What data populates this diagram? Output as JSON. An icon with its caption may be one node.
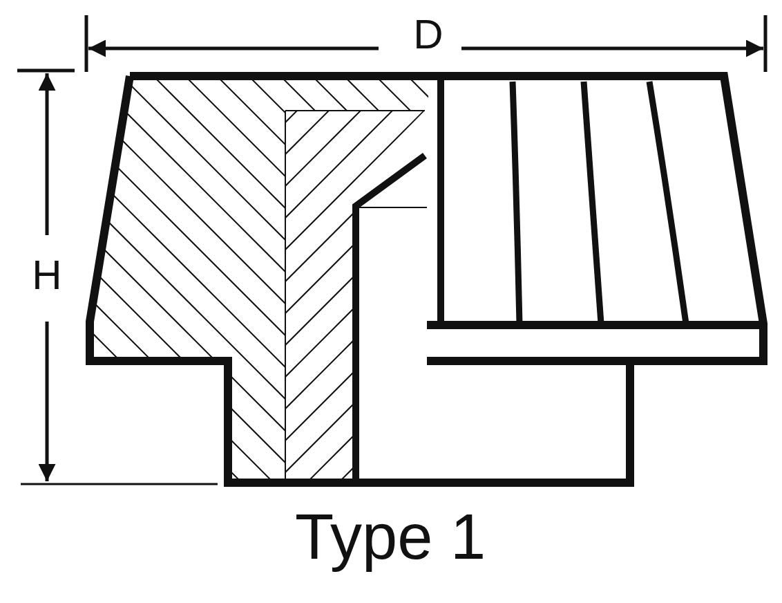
{
  "diagram": {
    "caption": "Type 1",
    "labels": [
      "D",
      "H"
    ]
  }
}
